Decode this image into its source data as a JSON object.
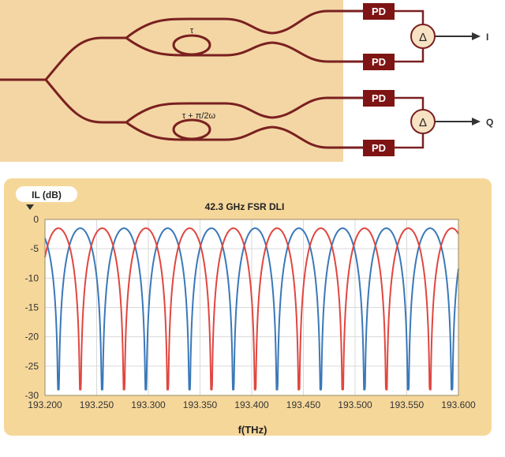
{
  "diagram": {
    "colors": {
      "panel": "#f3d6a4",
      "waveguide": "#7a2020",
      "pd_box": "#7e1414",
      "arrow": "#333333"
    },
    "upper_branch": {
      "delay_label": "τ",
      "pd_top": "PD",
      "pd_bottom": "PD",
      "delta": "Δ",
      "output": "I"
    },
    "lower_branch": {
      "delay_label": "τ + π/2ω",
      "pd_top": "PD",
      "pd_bottom": "PD",
      "delta": "Δ",
      "output": "Q"
    }
  },
  "chart_data": {
    "type": "line",
    "title": "42.3 GHz FSR DLI",
    "ylabel": "IL (dB)",
    "xlabel": "f(THz)",
    "xlim": [
      193.2,
      193.6
    ],
    "ylim": [
      -30,
      0
    ],
    "x_ticks": [
      "193.200",
      "193.250",
      "193.300",
      "193.350",
      "193.400",
      "193.450",
      "193.500",
      "193.550",
      "193.600"
    ],
    "y_ticks": [
      "0",
      "-5",
      "-10",
      "-15",
      "-20",
      "-25",
      "-30"
    ],
    "fsr_ghz": 42.3,
    "series": [
      {
        "color": "#3a78b8",
        "peak_db": -1.5,
        "min_db": -29,
        "first_null_thz": 193.213
      },
      {
        "color": "#e0463f",
        "peak_db": -1.5,
        "min_db": -29,
        "first_null_thz": 193.2342
      }
    ],
    "grid": true,
    "panel_color": "#f6d79a"
  }
}
